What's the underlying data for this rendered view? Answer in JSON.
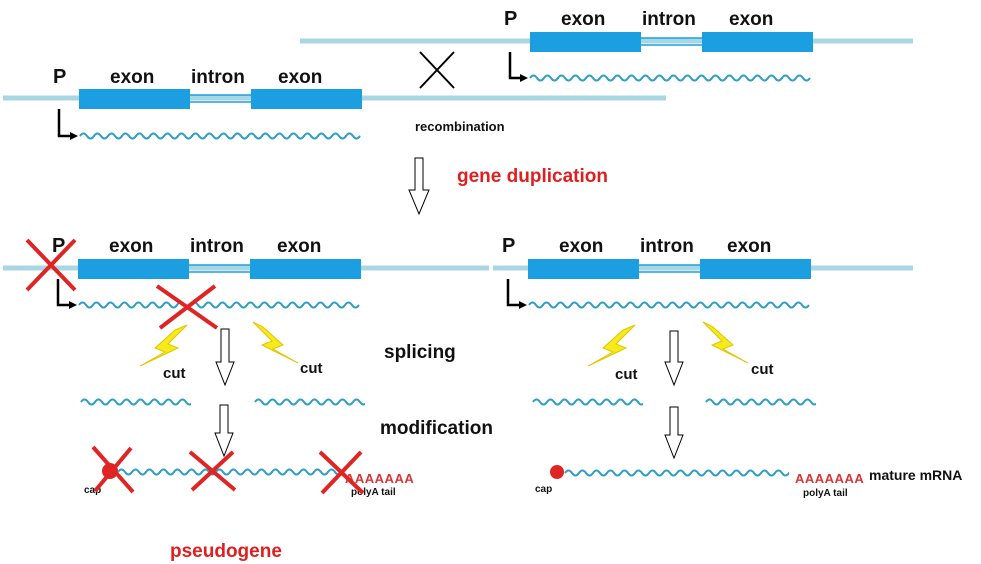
{
  "colors": {
    "dna_line": "#a8d6e2",
    "exon": "#1b9fe0",
    "mrna": "#2f9fc8",
    "cross_red": "#e02424",
    "accent_red": "#e02020",
    "lightning": "#f5ea1a"
  },
  "labels": {
    "promoter": "P",
    "exon": "exon",
    "intron": "intron",
    "recombination": "recombination",
    "gene_duplication": "gene duplication",
    "splicing": "splicing",
    "modification": "modification",
    "cut": "cut",
    "cap": "cap",
    "polyA_seq": "AAAAAAA",
    "polyA_tail": "polyA tail",
    "mature_mrna": "mature mRNA",
    "pseudogene": "pseudogene"
  }
}
